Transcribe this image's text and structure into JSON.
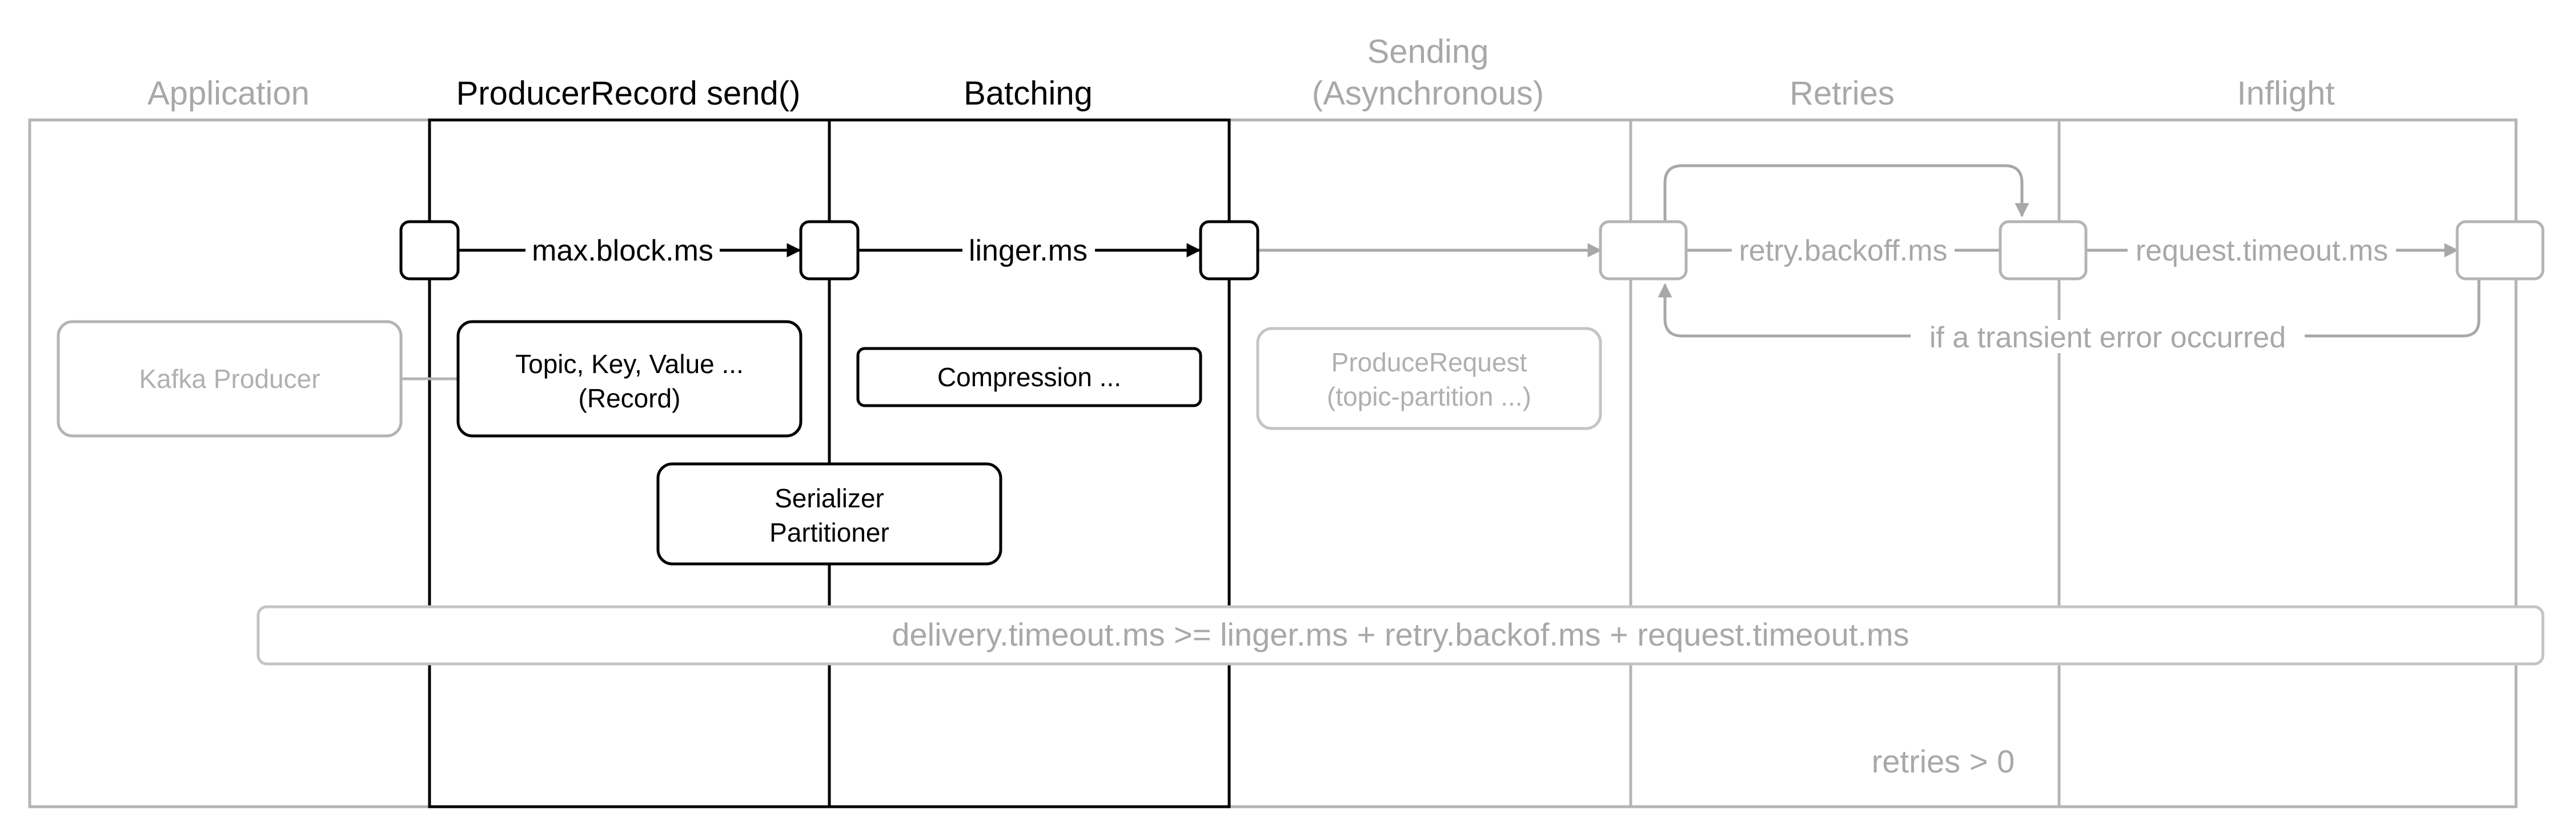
{
  "lanes": {
    "application": "Application",
    "send": "ProducerRecord send()",
    "batching": "Batching",
    "sending_line1": "Sending",
    "sending_line2": "(Asynchronous)",
    "retries": "Retries",
    "inflight": "Inflight"
  },
  "boxes": {
    "kafka_producer": "Kafka Producer",
    "record_line1": "Topic, Key, Value ...",
    "record_line2": "(Record)",
    "compression": "Compression ...",
    "serializer": "Serializer",
    "partitioner": "Partitioner",
    "produce_request_line1": "ProduceRequest",
    "produce_request_line2": "(topic-partition ...)"
  },
  "edges": {
    "max_block": "max.block.ms",
    "linger": "linger.ms",
    "retry_backoff": "retry.backoff.ms",
    "request_timeout": "request.timeout.ms",
    "transient_error": "if a transient error occurred"
  },
  "notes": {
    "delivery_timeout": "delivery.timeout.ms >= linger.ms + retry.backof.ms + request.timeout.ms",
    "retries": "retries > 0"
  },
  "colors": {
    "active": "#000000",
    "muted": "#a8a8a8"
  }
}
